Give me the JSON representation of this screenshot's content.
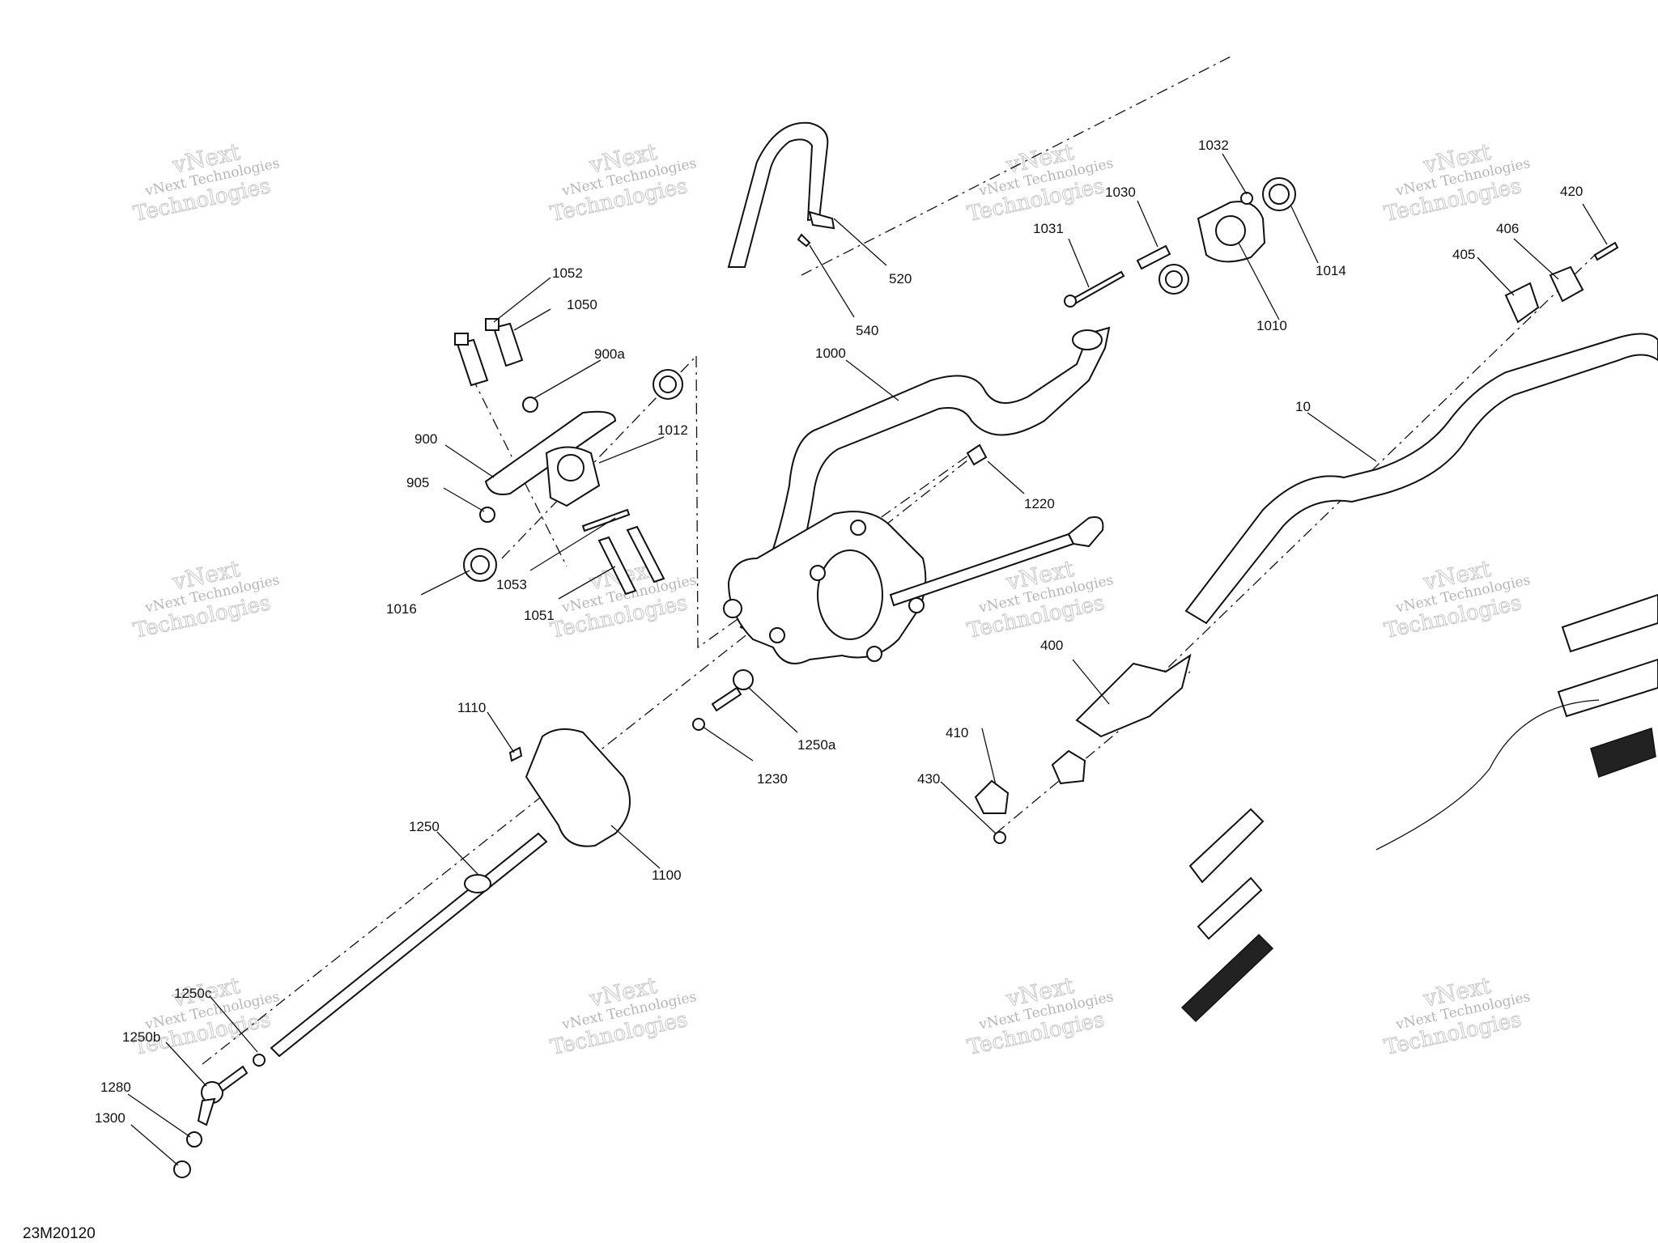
{
  "diagram_ref": "23M20120",
  "watermark": {
    "line1": "vNext Technologies",
    "line2": "vNext",
    "line3": "Technologies"
  },
  "callouts": [
    {
      "id": "c520",
      "text": "520"
    },
    {
      "id": "c540",
      "text": "540"
    },
    {
      "id": "c1032",
      "text": "1032"
    },
    {
      "id": "c1030",
      "text": "1030"
    },
    {
      "id": "c1031",
      "text": "1031"
    },
    {
      "id": "c1014",
      "text": "1014"
    },
    {
      "id": "c1010",
      "text": "1010"
    },
    {
      "id": "c420",
      "text": "420"
    },
    {
      "id": "c406",
      "text": "406"
    },
    {
      "id": "c405",
      "text": "405"
    },
    {
      "id": "c1052",
      "text": "1052"
    },
    {
      "id": "c1050",
      "text": "1050"
    },
    {
      "id": "c900a",
      "text": "900a"
    },
    {
      "id": "c1012",
      "text": "1012"
    },
    {
      "id": "c900",
      "text": "900"
    },
    {
      "id": "c905",
      "text": "905"
    },
    {
      "id": "c1000",
      "text": "1000"
    },
    {
      "id": "c10",
      "text": "10"
    },
    {
      "id": "c1220",
      "text": "1220"
    },
    {
      "id": "c1053",
      "text": "1053"
    },
    {
      "id": "c1016",
      "text": "1016"
    },
    {
      "id": "c1051",
      "text": "1051"
    },
    {
      "id": "c400",
      "text": "400"
    },
    {
      "id": "c1110",
      "text": "1110"
    },
    {
      "id": "c1250a",
      "text": "1250a"
    },
    {
      "id": "c410",
      "text": "410"
    },
    {
      "id": "c1230",
      "text": "1230"
    },
    {
      "id": "c430",
      "text": "430"
    },
    {
      "id": "c1250",
      "text": "1250"
    },
    {
      "id": "c1100",
      "text": "1100"
    },
    {
      "id": "c1250c",
      "text": "1250c"
    },
    {
      "id": "c1250b",
      "text": "1250b"
    },
    {
      "id": "c1280",
      "text": "1280"
    },
    {
      "id": "c1300",
      "text": "1300"
    }
  ]
}
